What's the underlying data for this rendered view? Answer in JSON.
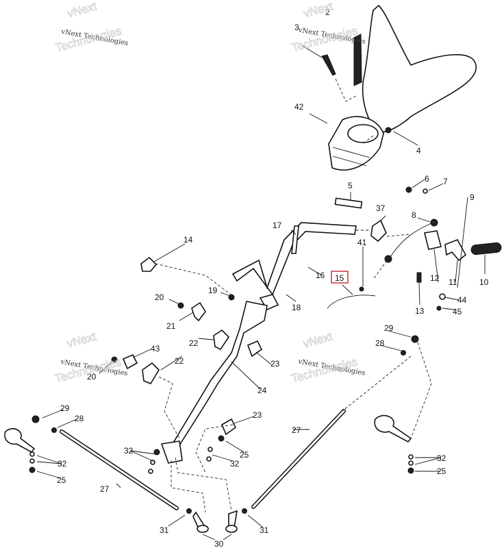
{
  "diagram": {
    "highlight_color": "#c62828",
    "highlighted_part": "15",
    "watermark_line1": "vNext Technologies",
    "watermark_line2": "Technologies",
    "watermark_top": "vNext",
    "labels": {
      "p2": "2",
      "p3": "3",
      "p42": "42",
      "p4": "4",
      "p5": "5",
      "p6": "6",
      "p7": "7",
      "p9": "9",
      "p37": "37",
      "p8": "8",
      "p17": "17",
      "p14": "14",
      "p41": "41",
      "p16": "16",
      "p15": "15",
      "p12": "12",
      "p11": "11",
      "p10": "10",
      "p19": "19",
      "p20a": "20",
      "p18": "18",
      "p44": "44",
      "p45": "45",
      "p13": "13",
      "p21": "21",
      "p22a": "22",
      "p29a": "29",
      "p28a": "28",
      "p43": "43",
      "p23a": "23",
      "p22b": "22",
      "p20b": "20",
      "p24": "24",
      "p29b": "29",
      "p28b": "28",
      "p23b": "23",
      "p27a": "27",
      "p32a": "32",
      "p25a": "25",
      "p32b": "32",
      "p32c": "32",
      "p25b": "25",
      "p32d": "32",
      "p25c": "25",
      "p27b": "27",
      "p31a": "31",
      "p30": "30",
      "p31b": "31"
    }
  }
}
